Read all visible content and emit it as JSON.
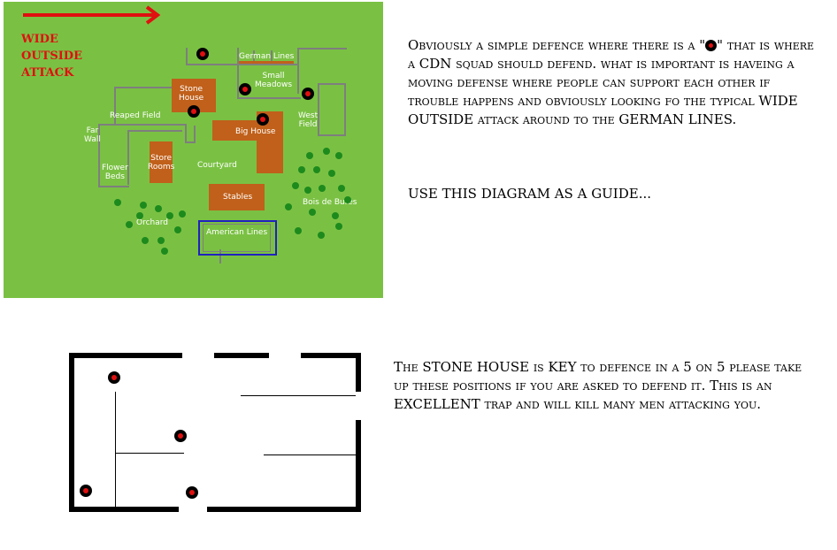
{
  "map": {
    "attack_label": "WIDE\nOUTSIDE\nATTACK",
    "colors": {
      "grass": "#7ac143",
      "building": "#c0601a",
      "arrow": "#e01010",
      "american_box": "#2020c0",
      "trees": "#1d8a1d"
    },
    "labels": {
      "german_lines": "German Lines",
      "small_meadows": "Small\nMeadows",
      "stone_house": "Stone\nHouse",
      "reaped_field": "Reaped Field",
      "far_wall": "Far\nWall",
      "big_house": "Big House",
      "west_field": "West\nField",
      "store_rooms": "Store\nRooms",
      "courtyard": "Courtyard",
      "flower_beds": "Flower\nBeds",
      "stables": "Stables",
      "bois_de_bures": "Bois de Bures",
      "orchard": "Orchard",
      "american_lines": "American Lines"
    }
  },
  "note1": {
    "before": "Obviously a simple defence where there is a \"",
    "after": "\" that is where a CDN squad should defend.  what is important is haveing a moving defense where people can support each other if trouble happens and obviously looking fo the typical WIDE OUTSIDE attack around to the GERMAN LINES.",
    "guide": "USE THIS DIAGRAM AS A GUIDE..."
  },
  "note2": {
    "text": "The STONE HOUSE is KEY to defence in a 5 on 5 please take up these positions if you are asked to defend it.  This is an EXCELLENT trap and will kill many men attacking you."
  }
}
